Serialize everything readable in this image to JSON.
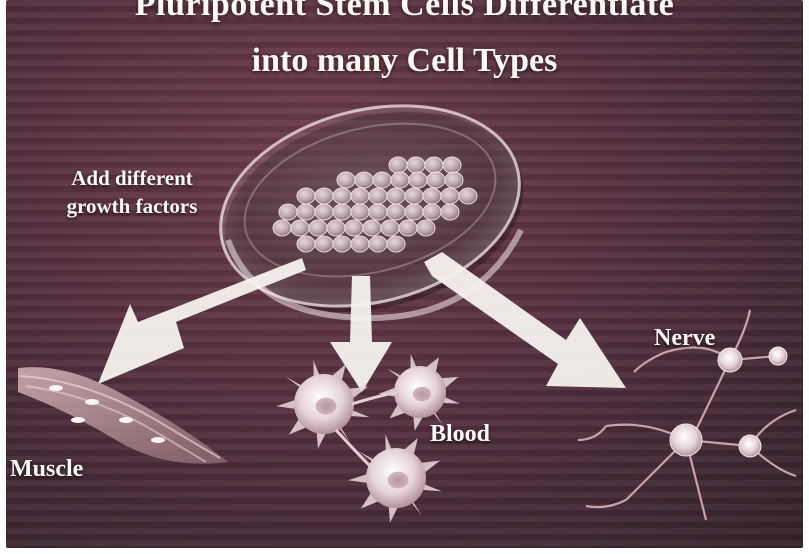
{
  "title": {
    "line1": "Pluripotent Stem Cells Differentiate",
    "line2": "into many Cell Types"
  },
  "labels": {
    "growth_line1": "Add different",
    "growth_line2": "growth factors",
    "muscle": "Muscle",
    "blood": "Blood",
    "nerve": "Nerve"
  },
  "colors": {
    "background": "#553040",
    "text": "#fffaf4",
    "arrow": "#f7f2ee",
    "cell_fill": "#d9c6cc"
  }
}
